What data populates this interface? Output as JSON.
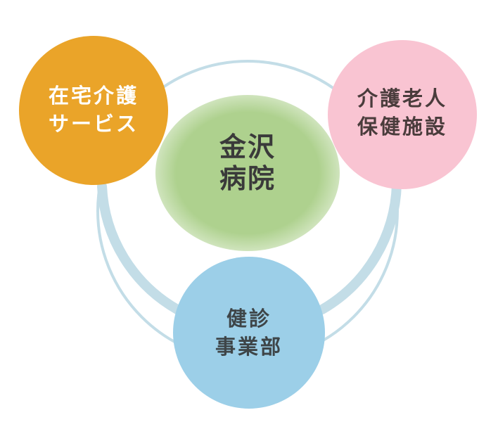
{
  "center": {
    "lines": [
      "金沢",
      "病院"
    ]
  },
  "nodes": {
    "home_care": {
      "lines": [
        "在宅介護",
        "サービス"
      ],
      "color": "#eaa429"
    },
    "elderly_facility": {
      "lines": [
        "介護老人",
        "保健施設"
      ],
      "color": "#f9c4d2"
    },
    "health_checkup": {
      "lines": [
        "健診",
        "事業部"
      ],
      "color": "#9ccfe8"
    }
  },
  "colors": {
    "ring": "#c3dde7",
    "center_glow": "#aed18e"
  }
}
